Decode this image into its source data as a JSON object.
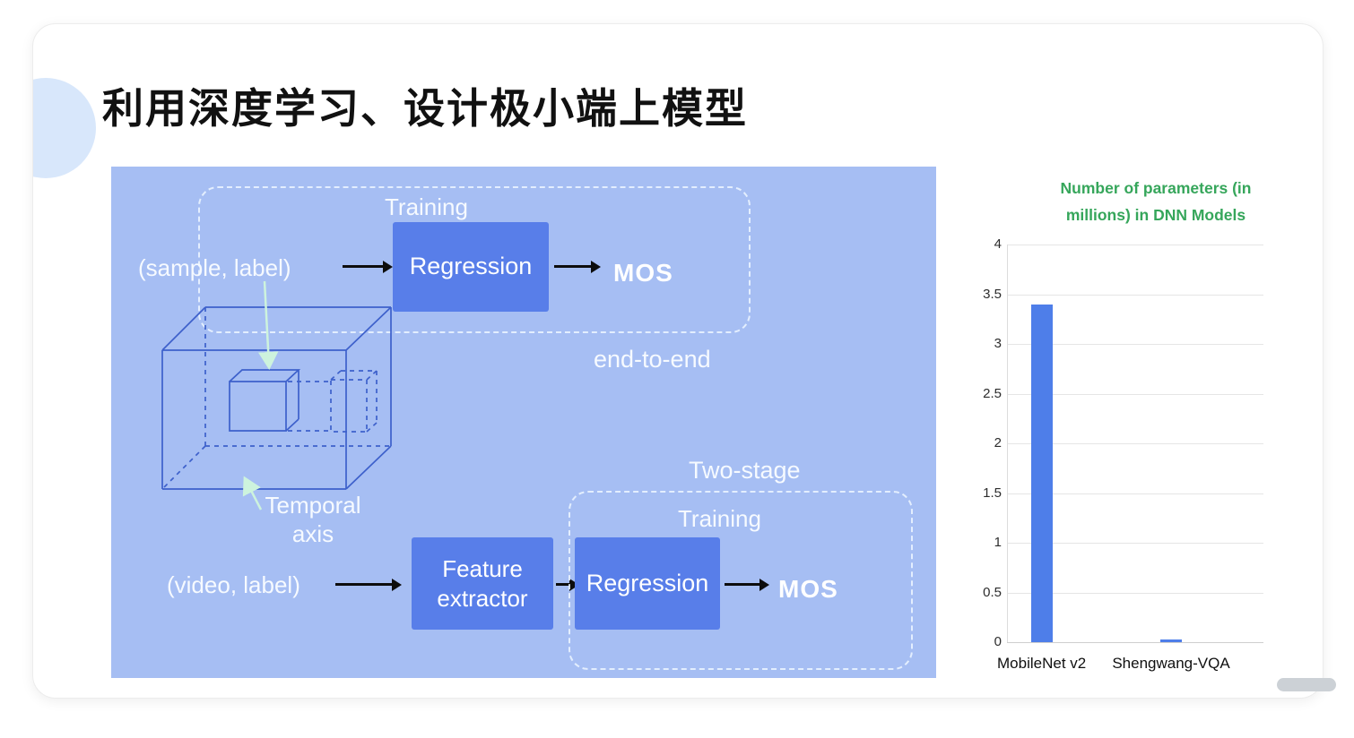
{
  "slide": {
    "title": "利用深度学习、设计极小端上模型"
  },
  "diagram": {
    "end_to_end": {
      "training_label": "Training",
      "input_label": "(sample, label)",
      "regression_label": "Regression",
      "mos_label": "MOS",
      "caption": "end-to-end"
    },
    "cube": {
      "temporal_axis_label": "Temporal axis"
    },
    "two_stage": {
      "caption": "Two-stage",
      "training_label": "Training",
      "input_label": "(video, label)",
      "feature_extractor_label": "Feature extractor",
      "regression_label": "Regression",
      "mos_label": "MOS"
    }
  },
  "chart_data": {
    "type": "bar",
    "title": "Number of parameters (in millions) in DNN Models",
    "title_lines": [
      "Number of parameters (in",
      "millions) in DNN Models"
    ],
    "categories": [
      "MobileNet v2",
      "Shengwang-VQA"
    ],
    "values": [
      3.4,
      0.03
    ],
    "xlabel": "",
    "ylabel": "",
    "ylim": [
      0,
      4
    ],
    "yticks": [
      0,
      0.5,
      1,
      1.5,
      2,
      2.5,
      3,
      3.5,
      4
    ],
    "grid": "horizontal",
    "legend": "none",
    "bar_color": "#4e7ee9",
    "title_color": "#36a65b"
  },
  "colors": {
    "panel_background": "#a6bef3",
    "process_box": "#587ee9",
    "dashed_border": "#eef7ff",
    "cube_line": "#3d60cb",
    "annotation_arrow": "#cdf3dd",
    "flow_arrow": "#0d0d0d"
  }
}
